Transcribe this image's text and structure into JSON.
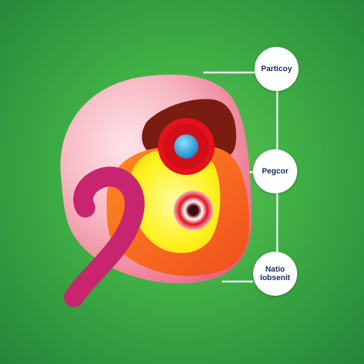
{
  "diagram": {
    "labels": [
      {
        "text": "Particoy"
      },
      {
        "text": "Pegcor"
      },
      {
        "text": "Natio\nIobsenit"
      }
    ],
    "colors": {
      "background": "#3fae45",
      "outer_shell": "#f7b7c2",
      "inner_cavity": "#7a1c12",
      "orange_layer": "#ff6a1a",
      "yellow_core": "#fff21f",
      "red_ring": "#e3121b",
      "blue_dot": "#27a6e0",
      "magenta_tube": "#c8246f",
      "leader_line": "#ffffff",
      "label_text": "#1b2b5e"
    }
  }
}
